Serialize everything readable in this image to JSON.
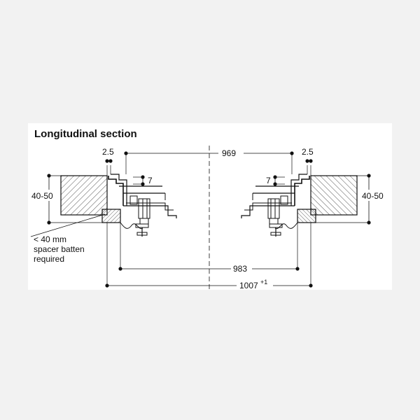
{
  "title": "Longitudinal section",
  "dimensions": {
    "gap_left": "2.5",
    "gap_right": "2.5",
    "top_width": "969",
    "flange_left": "7",
    "flange_right": "7",
    "thickness_left": "40-50",
    "thickness_right": "40-50",
    "inner_width": "983",
    "outer_width": "1007",
    "outer_tolerance": "+1"
  },
  "note": {
    "line1": "< 40 mm",
    "line2": "spacer batten",
    "line3": "required"
  },
  "colors": {
    "line": "#111111",
    "background": "#f2f2f2",
    "panel": "#ffffff",
    "hatch": "#222222"
  }
}
